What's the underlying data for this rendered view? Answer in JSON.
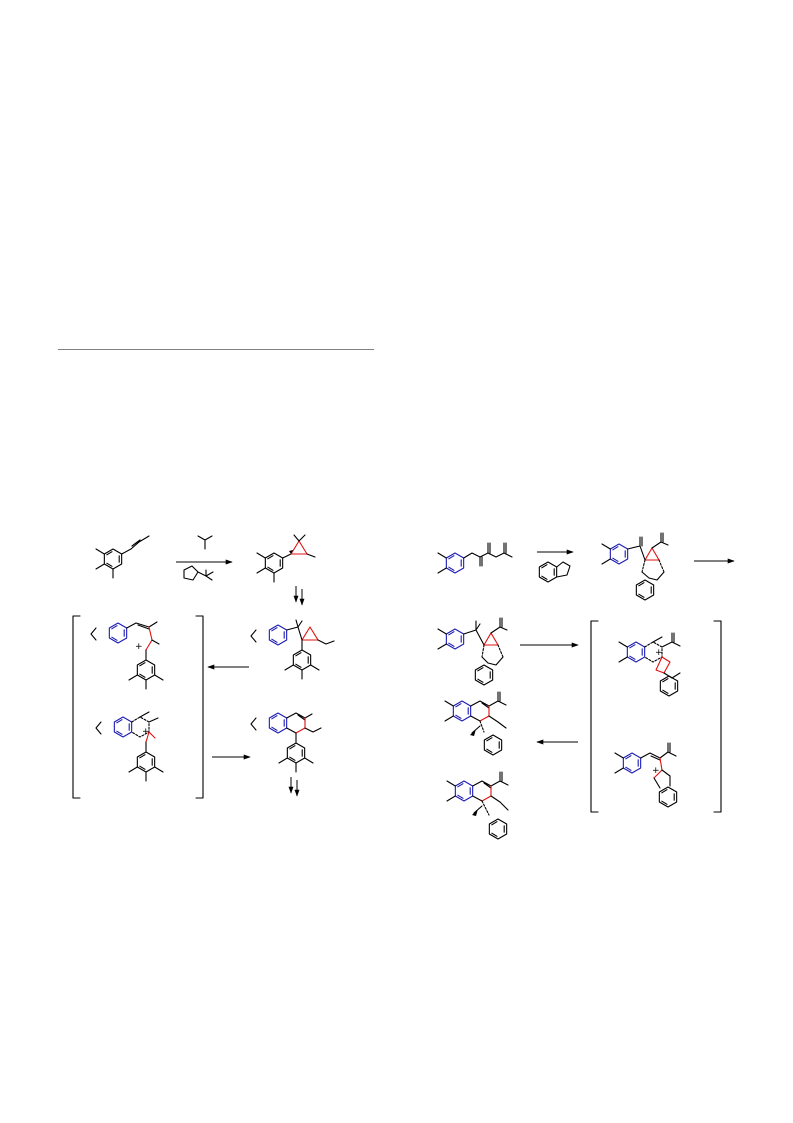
{
  "page": {
    "background": "#ffffff",
    "rule_color": "#808080"
  },
  "colors": {
    "bond": "#000000",
    "blue_ring": "#1c1cb5",
    "red_bond": "#e01010"
  },
  "symbols": {
    "cation": "+"
  },
  "schemes": [
    {
      "id": "left-scheme",
      "bracket_groups": 1,
      "arrows": 5
    },
    {
      "id": "right-scheme",
      "bracket_groups": 1,
      "arrows": 4
    }
  ]
}
